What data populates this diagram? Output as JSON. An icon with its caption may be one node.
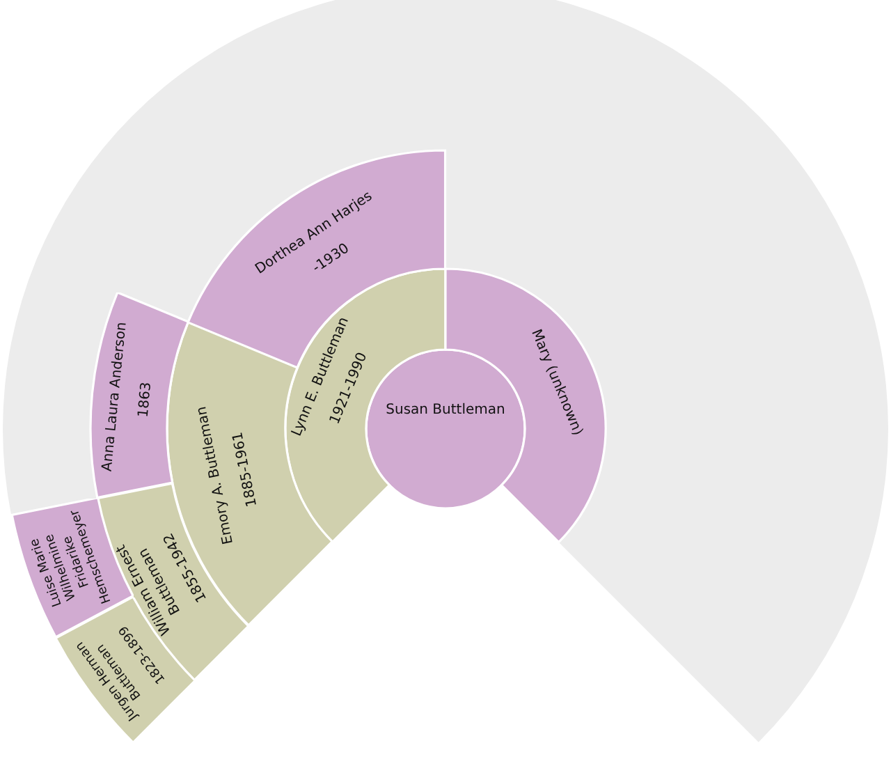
{
  "diagram": {
    "nodes": [
      {
        "text": [
          "Susan Buttleman"
        ]
      },
      {
        "text": [
          "Lynn E. Buttleman",
          "1921-1990"
        ]
      },
      {
        "text": [
          "Mary (unknown)"
        ]
      },
      {
        "text": [
          "Emory A. Buttleman",
          "1885-1961"
        ]
      },
      {
        "text": [
          "Dorthea Ann Harjes",
          "-1930"
        ]
      },
      {
        "text": [
          "William Ernest Buttleman",
          "1855-1942"
        ]
      },
      {
        "text": [
          "Anna Laura Anderson",
          "1863"
        ]
      },
      {
        "text": [
          "Jurgen Herman Buttleman",
          "1823-1899"
        ]
      },
      {
        "text": [
          "Luise Marie Wilhelmine Fridarike Hemschemeyer"
        ]
      }
    ]
  }
}
